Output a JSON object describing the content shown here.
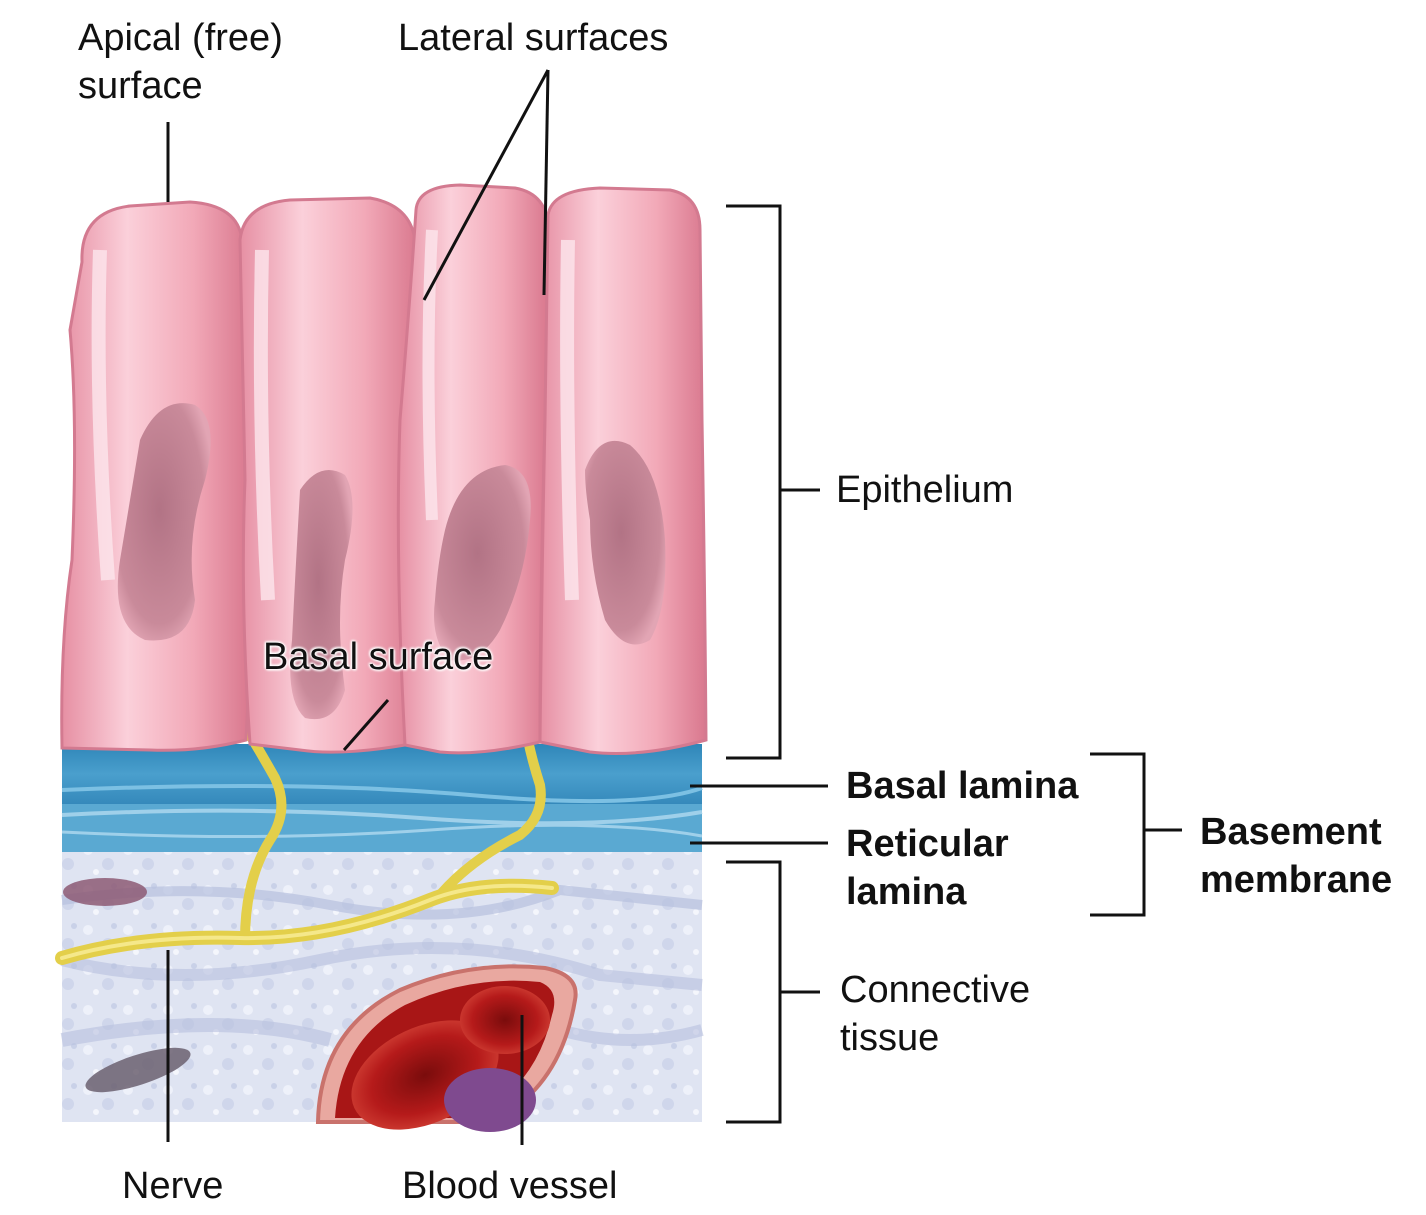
{
  "labels": {
    "apical_line1": "Apical (free)",
    "apical_line2": "surface",
    "lateral": "Lateral surfaces",
    "epithelium": "Epithelium",
    "basal_surface": "Basal surface",
    "basal_lamina": "Basal lamina",
    "reticular_line1": "Reticular",
    "reticular_line2": "lamina",
    "basement_line1": "Basement",
    "basement_line2": "membrane",
    "connective_line1": "Connective",
    "connective_line2": "tissue",
    "nerve": "Nerve",
    "blood_vessel": "Blood vessel"
  },
  "colors": {
    "cell_fill": "#f2a9b8",
    "cell_highlight": "#fbd3dc",
    "nucleus": "#c98a9a",
    "basal_lamina": "#3a93c3",
    "reticular_lamina": "#5aa9d2",
    "connective": "#dfe4f2",
    "nerve": "#e3cf4a",
    "blood": "#b01818",
    "line": "#111111"
  }
}
